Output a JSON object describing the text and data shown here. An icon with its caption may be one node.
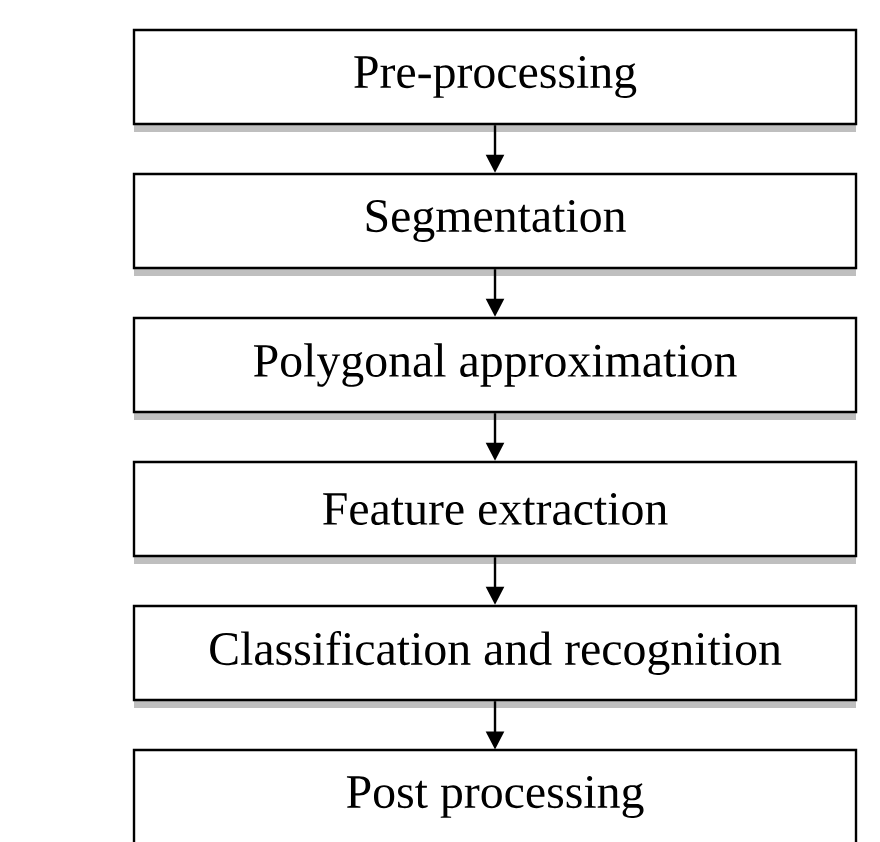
{
  "diagram": {
    "nodes": [
      {
        "text": [
          "Pre-processing"
        ]
      },
      {
        "text": [
          "Segmentation"
        ]
      },
      {
        "text": [
          "Polygonal approximation"
        ]
      },
      {
        "text": [
          "Feature extraction"
        ]
      },
      {
        "text": [
          "Classification and recognition"
        ]
      },
      {
        "text": [
          "Post processing"
        ]
      }
    ],
    "edges": [
      {
        "from": 0,
        "to": 1,
        "arrow": "to"
      },
      {
        "from": 1,
        "to": 2,
        "arrow": "to"
      },
      {
        "from": 2,
        "to": 3,
        "arrow": "to"
      },
      {
        "from": 3,
        "to": 4,
        "arrow": "to"
      },
      {
        "from": 4,
        "to": 5,
        "arrow": "to"
      }
    ]
  }
}
